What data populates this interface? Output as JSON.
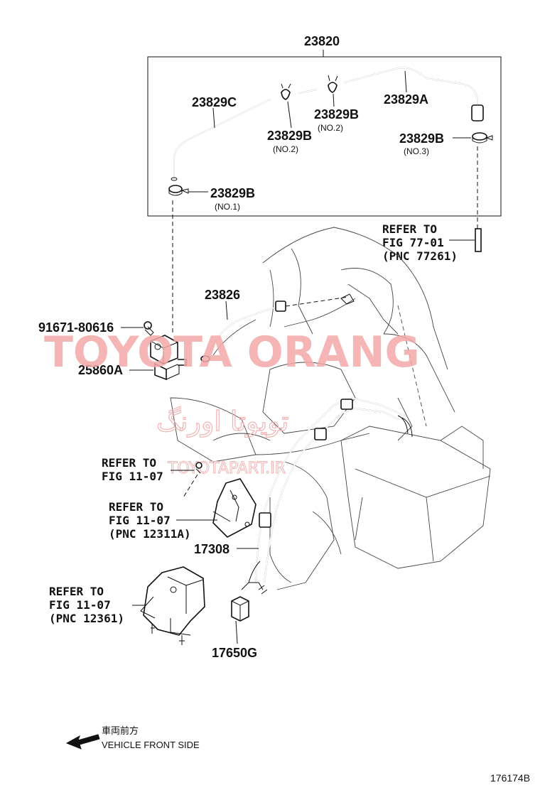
{
  "parts": {
    "p23820": "23820",
    "p23829C": "23829C",
    "p23829A": "23829A",
    "p23829B_top_mid": "23829B",
    "p23829B_top_mid_note": "(NO.2)",
    "p23829B_left_mid": "23829B",
    "p23829B_left_mid_note": "(NO.2)",
    "p23829B_right": "23829B",
    "p23829B_right_note": "(NO.3)",
    "p23829B_bottom": "23829B",
    "p23829B_bottom_note": "(NO.1)",
    "p23826": "23826",
    "p91671": "91671-80616",
    "p25860A": "25860A",
    "p17308": "17308",
    "p17650G": "17650G"
  },
  "refs": {
    "ref1_line1": "REFER TO",
    "ref1_line2": "FIG 77-01",
    "ref1_line3": "(PNC 77261)",
    "ref2_line1": "REFER TO",
    "ref2_line2": "FIG 11-07",
    "ref3_line1": "REFER TO",
    "ref3_line2": "FIG 11-07",
    "ref3_line3": "(PNC 12311A)",
    "ref4_line1": "REFER TO",
    "ref4_line2": "FIG 11-07",
    "ref4_line3": "(PNC 12361)"
  },
  "watermark": {
    "main": "TOYOTA ORANG",
    "arabic": "تویوتا اورنگ",
    "site": "TOYOTAPART.IR"
  },
  "direction": {
    "jp": "車両前方",
    "en": "VEHICLE FRONT SIDE"
  },
  "figure_id": "176174B",
  "colors": {
    "line": "#111111",
    "watermark": "#f4a9a9",
    "background": "#ffffff"
  }
}
